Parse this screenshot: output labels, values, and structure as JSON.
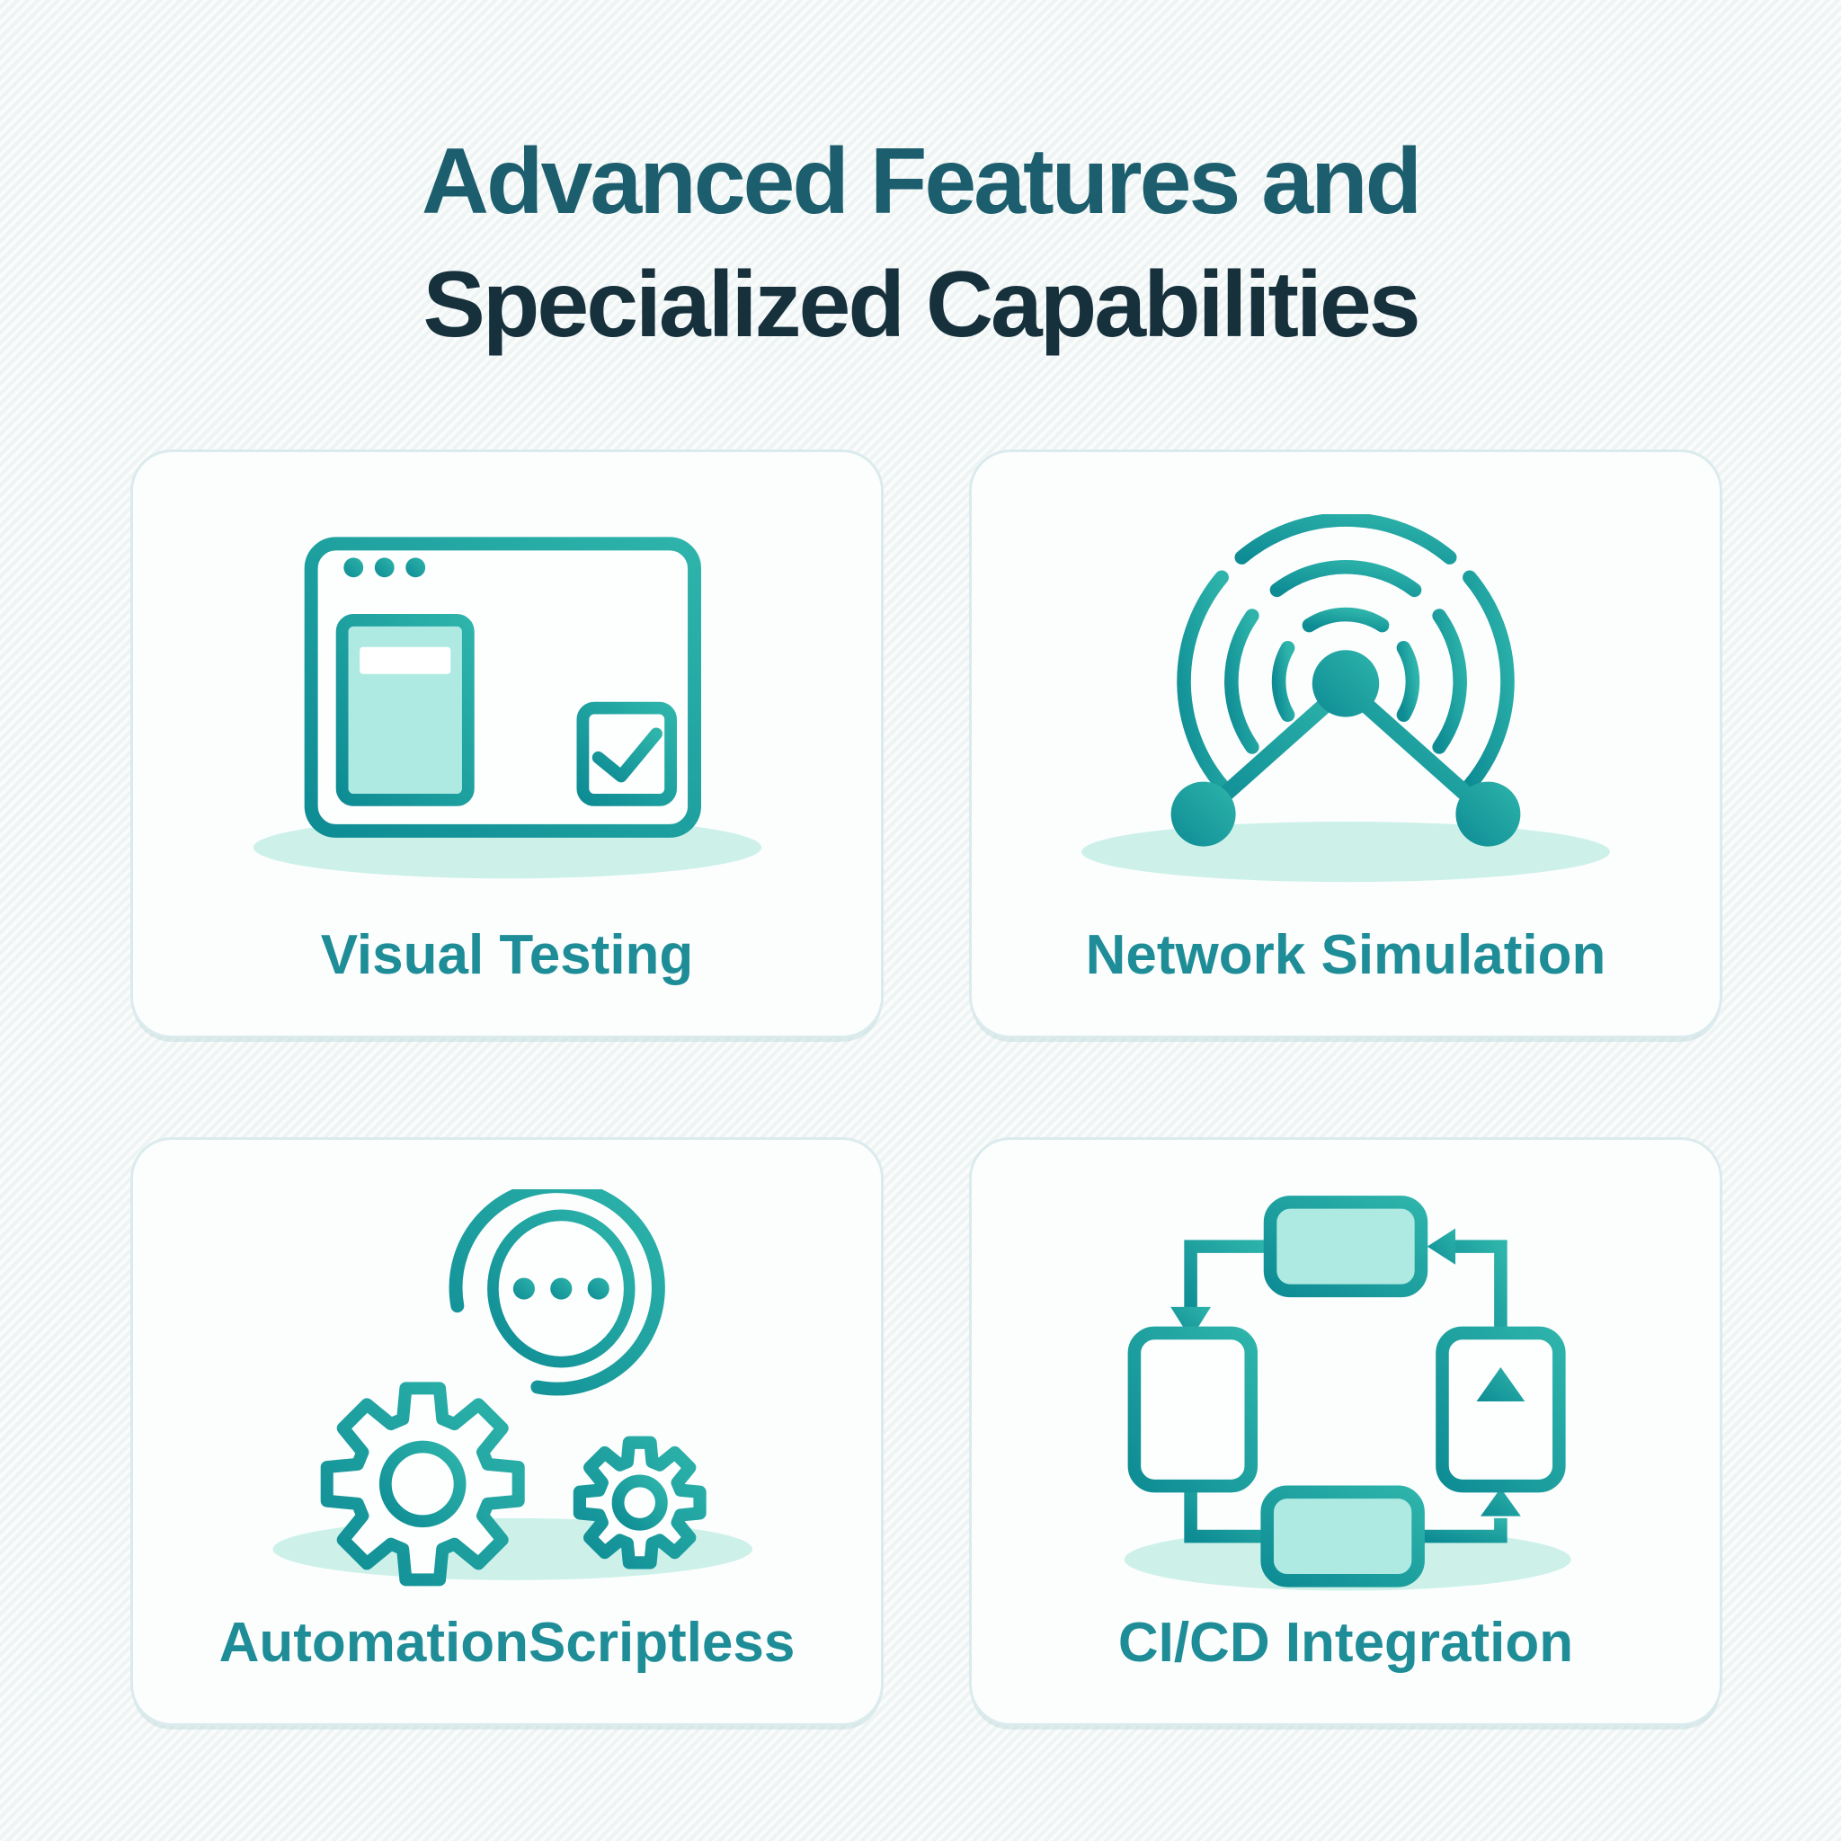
{
  "title": {
    "line1": "Advanced Features and",
    "line2": "Specialized Capabilities"
  },
  "cards": [
    {
      "id": "visual-testing",
      "label": "Visual Testing",
      "icon": "browser-checklist-icon"
    },
    {
      "id": "network-simulation",
      "label": "Network Simulation",
      "icon": "wireless-network-nodes-icon"
    },
    {
      "id": "automation-scriptless",
      "label": "AutomationScriptless",
      "icon": "gears-chat-bubble-icon"
    },
    {
      "id": "cicd-integration",
      "label": "CI/CD Integration",
      "icon": "pipeline-cycle-icon"
    }
  ],
  "colors": {
    "accent_teal_dark": "#0E8C94",
    "accent_teal_light": "#2EB4AB",
    "mint_fill": "#AEEAE2",
    "shadow_mint": "#CDF1E9",
    "title_teal": "#1C5E6D",
    "title_navy": "#16303C",
    "label_teal": "#1F8D97",
    "card_background": "#FCFEFE",
    "card_border": "#DBEBED",
    "page_background": "#F3F7F7"
  }
}
